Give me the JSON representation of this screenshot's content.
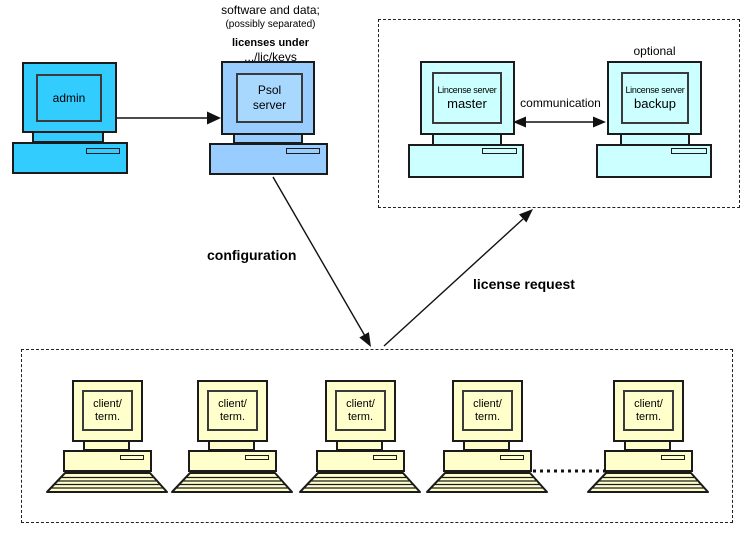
{
  "annotations": {
    "software_note_line1": "software and data;",
    "software_note_line2": "(possibly separated)",
    "licenses_note_line1": "licenses under",
    "licenses_note_line2": ".../lic/keys",
    "optional": "optional",
    "communication": "communication",
    "configuration": "configuration",
    "license_request": "license request"
  },
  "computers": {
    "admin": {
      "label": "admin",
      "color": "#33CCFF"
    },
    "psol": {
      "label": "Psol\nserver",
      "color": "#99CCFF"
    },
    "master": {
      "type_line": "Lincense server",
      "role": "master",
      "color": "#CCFFFF"
    },
    "backup": {
      "type_line": "Lincense server",
      "role": "backup",
      "color": "#CCFFFF"
    },
    "clients": [
      {
        "label": "client/\nterm."
      },
      {
        "label": "client/\nterm."
      },
      {
        "label": "client/\nterm."
      },
      {
        "label": "client/\nterm."
      },
      {
        "label": "client/\nterm."
      }
    ],
    "client_color": "#FFFFCC"
  }
}
